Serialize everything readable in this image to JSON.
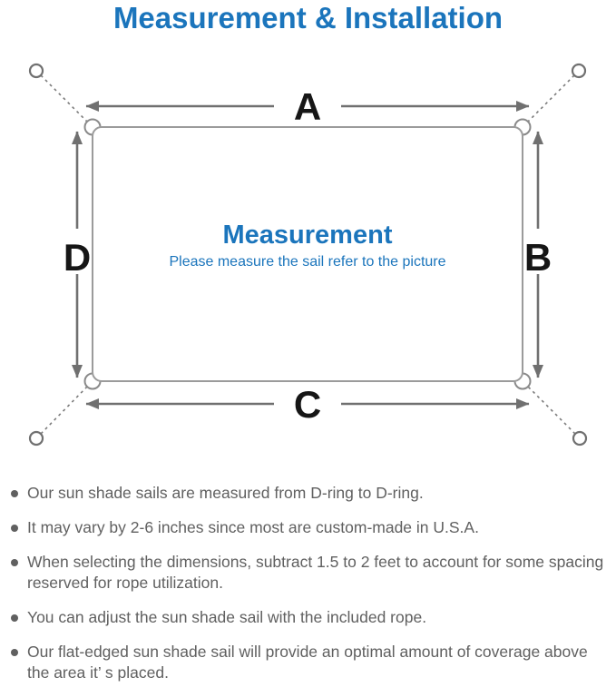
{
  "page": {
    "title": "Measurement & Installation"
  },
  "colors": {
    "accent_blue": "#1b75bc",
    "line_gray": "#707070",
    "sail_border_gray": "#9b9b9b",
    "ring_gray": "#8a8a8a",
    "dimension_letter_black": "#161616",
    "note_text_gray": "#606060"
  },
  "diagram": {
    "dimension_labels": {
      "top": "A",
      "right": "B",
      "bottom": "C",
      "left": "D"
    },
    "center_title": "Measurement",
    "center_subtitle": "Please measure the sail refer to the picture"
  },
  "notes": [
    {
      "text": "Our sun shade sails are measured from D-ring to D-ring."
    },
    {
      "text": "It may vary by 2-6 inches since most are custom-made in U.S.A."
    },
    {
      "text": "When selecting the dimensions, subtract 1.5 to 2 feet to account for some spacing reserved for rope utilization."
    },
    {
      "text": "You can adjust the sun shade sail with the included rope."
    },
    {
      "text": "Our flat-edged sun shade sail will provide an optimal amount of coverage above the area it’ s placed."
    }
  ]
}
